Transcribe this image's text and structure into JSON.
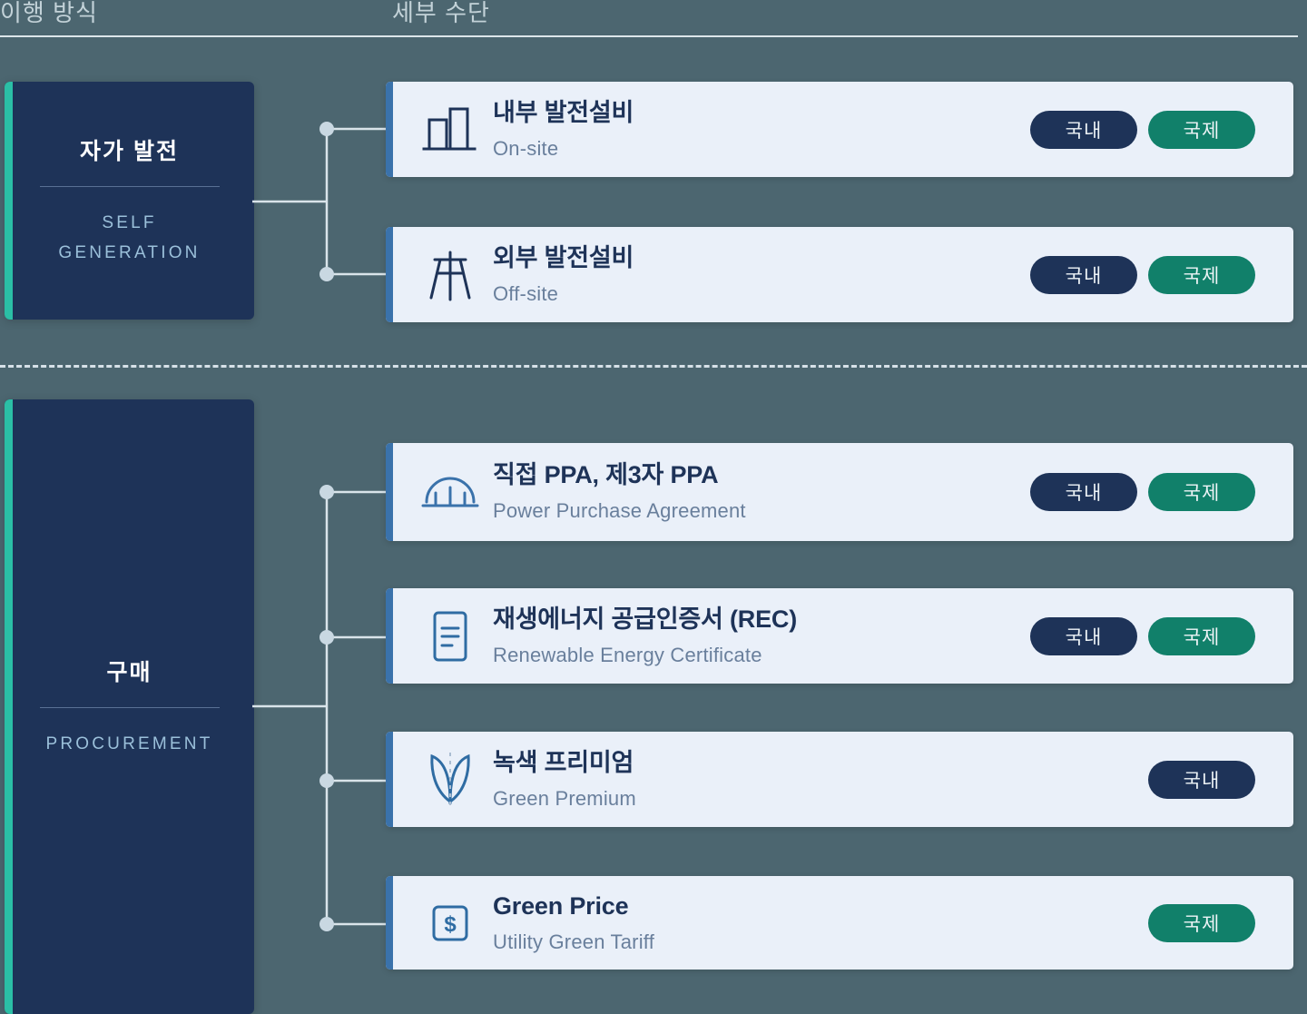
{
  "header": {
    "left_label": "이행 방식",
    "right_label": "세부 수단"
  },
  "colors": {
    "background": "#4c6670",
    "card_navy": "#1e3358",
    "card_light": "#eaf0f9",
    "accent_teal": "#2bbfa6",
    "accent_blue": "#3a72ab",
    "tag_domestic": "#1e3358",
    "tag_global": "#11806a"
  },
  "categories": [
    {
      "id": "self-generation",
      "ko": "자가 발전",
      "en": "SELF\nGENERATION",
      "en_line1": "SELF",
      "en_line2": "GENERATION"
    },
    {
      "id": "procurement",
      "ko": "구매",
      "en": "PROCUREMENT",
      "en_line1": "PROCUREMENT",
      "en_line2": ""
    }
  ],
  "methods": [
    {
      "id": "on-site",
      "icon": "buildings-bar-icon",
      "ko": "내부 발전설비",
      "en": "On-site",
      "tags": [
        {
          "label": "국내",
          "type": "domestic"
        },
        {
          "label": "국제",
          "type": "global"
        }
      ]
    },
    {
      "id": "off-site",
      "icon": "transmission-tower-icon",
      "ko": "외부 발전설비",
      "en": "Off-site",
      "tags": [
        {
          "label": "국내",
          "type": "domestic"
        },
        {
          "label": "국제",
          "type": "global"
        }
      ]
    },
    {
      "id": "ppa",
      "icon": "arch-bridge-icon",
      "ko": "직접 PPA, 제3자 PPA",
      "en": "Power Purchase Agreement",
      "tags": [
        {
          "label": "국내",
          "type": "domestic"
        },
        {
          "label": "국제",
          "type": "global"
        }
      ]
    },
    {
      "id": "rec",
      "icon": "document-lines-icon",
      "ko": "재생에너지 공급인증서 (REC)",
      "en": "Renewable Energy Certificate",
      "tags": [
        {
          "label": "국내",
          "type": "domestic"
        },
        {
          "label": "국제",
          "type": "global"
        }
      ]
    },
    {
      "id": "green-premium",
      "icon": "leaf-sprout-icon",
      "ko": "녹색 프리미엄",
      "en": "Green Premium",
      "tags": [
        {
          "label": "국내",
          "type": "domestic"
        }
      ]
    },
    {
      "id": "green-price",
      "icon": "dollar-square-icon",
      "ko": "Green Price",
      "en": "Utility Green Tariff",
      "tags": [
        {
          "label": "국제",
          "type": "global"
        }
      ]
    }
  ]
}
